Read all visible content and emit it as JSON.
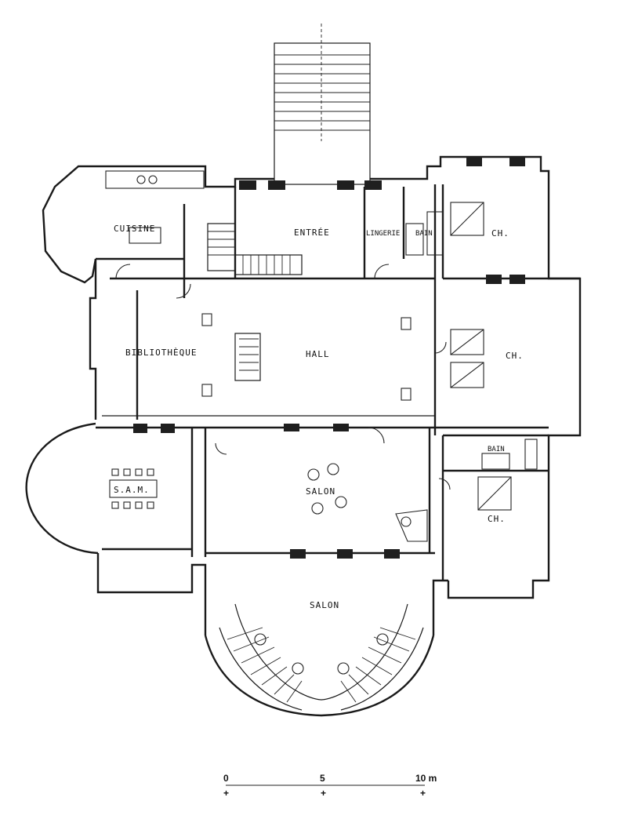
{
  "rooms": {
    "cuisine": "CUISINE",
    "entree": "ENTRÉE",
    "lingerie": "LINGERIE",
    "bain_top": "BAIN",
    "ch_top": "CH.",
    "bibliotheque": "BIBLIOTHÈQUE",
    "hall": "HALL",
    "ch_right": "CH.",
    "bain_right": "BAIN",
    "sam": "S.A.M.",
    "salon_main": "SALON",
    "ch_lower": "CH.",
    "salon_rotunda": "SALON"
  },
  "scale": {
    "label_0": "0",
    "label_5": "5",
    "label_10": "10 m"
  }
}
